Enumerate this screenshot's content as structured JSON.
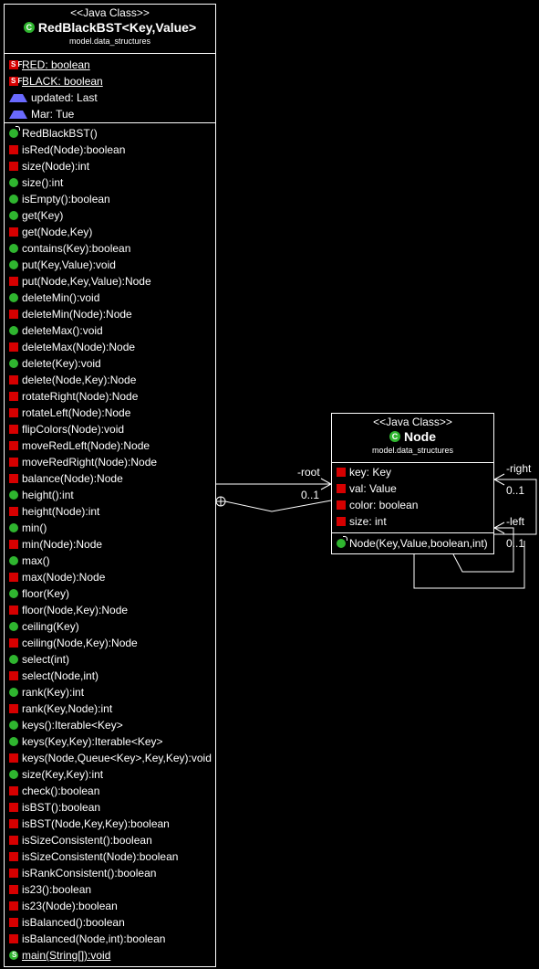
{
  "rbbst": {
    "stereotype": "<<Java Class>>",
    "class_icon": "C",
    "name": "RedBlackBST<Key,Value>",
    "package": "model.data_structures",
    "fields": [
      {
        "vis": "static-final",
        "text": "RED: boolean",
        "underline": true
      },
      {
        "vis": "static-final",
        "text": "BLACK: boolean",
        "underline": true
      },
      {
        "vis": "package",
        "text": "updated: Last",
        "underline": false
      },
      {
        "vis": "package",
        "text": "Mar: Tue",
        "underline": false
      }
    ],
    "methods": [
      {
        "vis": "ctor",
        "text": "RedBlackBST()"
      },
      {
        "vis": "private",
        "text": "isRed(Node):boolean"
      },
      {
        "vis": "private",
        "text": "size(Node):int"
      },
      {
        "vis": "public",
        "text": "size():int"
      },
      {
        "vis": "public",
        "text": "isEmpty():boolean"
      },
      {
        "vis": "public",
        "text": "get(Key)"
      },
      {
        "vis": "private",
        "text": "get(Node,Key)"
      },
      {
        "vis": "public",
        "text": "contains(Key):boolean"
      },
      {
        "vis": "public",
        "text": "put(Key,Value):void"
      },
      {
        "vis": "private",
        "text": "put(Node,Key,Value):Node"
      },
      {
        "vis": "public",
        "text": "deleteMin():void"
      },
      {
        "vis": "private",
        "text": "deleteMin(Node):Node"
      },
      {
        "vis": "public",
        "text": "deleteMax():void"
      },
      {
        "vis": "private",
        "text": "deleteMax(Node):Node"
      },
      {
        "vis": "public",
        "text": "delete(Key):void"
      },
      {
        "vis": "private",
        "text": "delete(Node,Key):Node"
      },
      {
        "vis": "private",
        "text": "rotateRight(Node):Node"
      },
      {
        "vis": "private",
        "text": "rotateLeft(Node):Node"
      },
      {
        "vis": "private",
        "text": "flipColors(Node):void"
      },
      {
        "vis": "private",
        "text": "moveRedLeft(Node):Node"
      },
      {
        "vis": "private",
        "text": "moveRedRight(Node):Node"
      },
      {
        "vis": "private",
        "text": "balance(Node):Node"
      },
      {
        "vis": "public",
        "text": "height():int"
      },
      {
        "vis": "private",
        "text": "height(Node):int"
      },
      {
        "vis": "public",
        "text": "min()"
      },
      {
        "vis": "private",
        "text": "min(Node):Node"
      },
      {
        "vis": "public",
        "text": "max()"
      },
      {
        "vis": "private",
        "text": "max(Node):Node"
      },
      {
        "vis": "public",
        "text": "floor(Key)"
      },
      {
        "vis": "private",
        "text": "floor(Node,Key):Node"
      },
      {
        "vis": "public",
        "text": "ceiling(Key)"
      },
      {
        "vis": "private",
        "text": "ceiling(Node,Key):Node"
      },
      {
        "vis": "public",
        "text": "select(int)"
      },
      {
        "vis": "private",
        "text": "select(Node,int)"
      },
      {
        "vis": "public",
        "text": "rank(Key):int"
      },
      {
        "vis": "private",
        "text": "rank(Key,Node):int"
      },
      {
        "vis": "public",
        "text": "keys():Iterable<Key>"
      },
      {
        "vis": "public",
        "text": "keys(Key,Key):Iterable<Key>"
      },
      {
        "vis": "private",
        "text": "keys(Node,Queue<Key>,Key,Key):void"
      },
      {
        "vis": "public",
        "text": "size(Key,Key):int"
      },
      {
        "vis": "private",
        "text": "check():boolean"
      },
      {
        "vis": "private",
        "text": "isBST():boolean"
      },
      {
        "vis": "private",
        "text": "isBST(Node,Key,Key):boolean"
      },
      {
        "vis": "private",
        "text": "isSizeConsistent():boolean"
      },
      {
        "vis": "private",
        "text": "isSizeConsistent(Node):boolean"
      },
      {
        "vis": "private",
        "text": "isRankConsistent():boolean"
      },
      {
        "vis": "private",
        "text": "is23():boolean"
      },
      {
        "vis": "private",
        "text": "is23(Node):boolean"
      },
      {
        "vis": "private",
        "text": "isBalanced():boolean"
      },
      {
        "vis": "private",
        "text": "isBalanced(Node,int):boolean"
      },
      {
        "vis": "static-public",
        "text": "main(String[]):void",
        "underline": true
      }
    ]
  },
  "node": {
    "stereotype": "<<Java Class>>",
    "class_icon": "C",
    "name": "Node",
    "package": "model.data_structures",
    "fields": [
      {
        "vis": "private",
        "text": "key: Key"
      },
      {
        "vis": "private",
        "text": "val: Value"
      },
      {
        "vis": "private",
        "text": "color: boolean"
      },
      {
        "vis": "private",
        "text": "size: int"
      }
    ],
    "methods": [
      {
        "vis": "ctor",
        "text": "Node(Key,Value,boolean,int)"
      }
    ]
  },
  "edges": {
    "root_role": "-root",
    "root_mult": "0..1",
    "right_role": "-right",
    "right_mult": "0..1",
    "left_role": "-left",
    "left_mult": "0..1"
  },
  "sf_label": "S F",
  "s_label": "S"
}
